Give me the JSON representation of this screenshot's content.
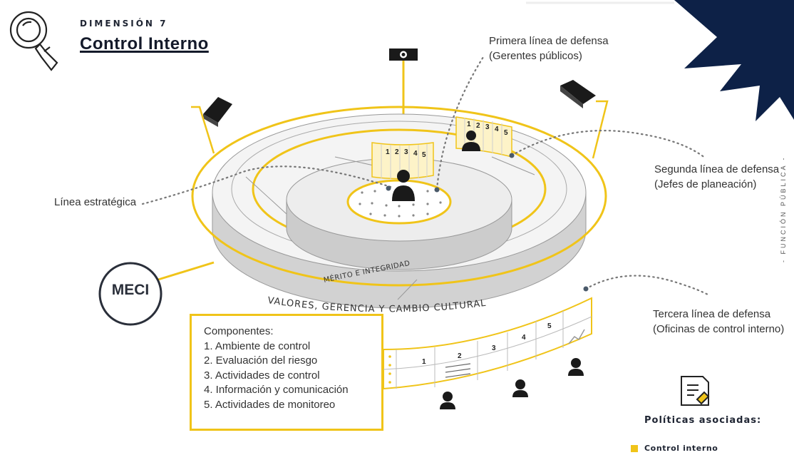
{
  "header": {
    "dimension_label": "DIMENSIÓN 7",
    "title": "Control Interno"
  },
  "callouts": {
    "first_line_title": "Primera línea de defensa",
    "first_line_sub": "(Gerentes públicos)",
    "second_line_title": "Segunda línea de defensa",
    "second_line_sub": "(Jefes de planeación)",
    "strategic_line": "Línea estratégica",
    "third_line_title": "Tercera línea de defensa",
    "third_line_sub": "(Oficinas de control interno)"
  },
  "diagram": {
    "center_label": "MÉRITO E INTEGRIDAD",
    "outer_band_label": "VALORES, GERENCIA Y CAMBIO CULTURAL",
    "model_badge": "MECI",
    "panel_numbers": [
      "1",
      "2",
      "3",
      "4",
      "5"
    ]
  },
  "components": {
    "title": "Componentes:",
    "items": [
      "1. Ambiente de control",
      "2. Evaluación del riesgo",
      "3. Actividades de control",
      "4. Información y comunicación",
      "5. Actividades de monitoreo"
    ]
  },
  "side_text": "- FUNCIÓN PÚBLICA -",
  "policies": {
    "heading": "Políticas asociadas:",
    "items": [
      "Control interno"
    ]
  },
  "colors": {
    "accent": "#f0c419",
    "navy": "#0d2147",
    "disc_gray": "#cfcfcf",
    "text": "#333333"
  }
}
